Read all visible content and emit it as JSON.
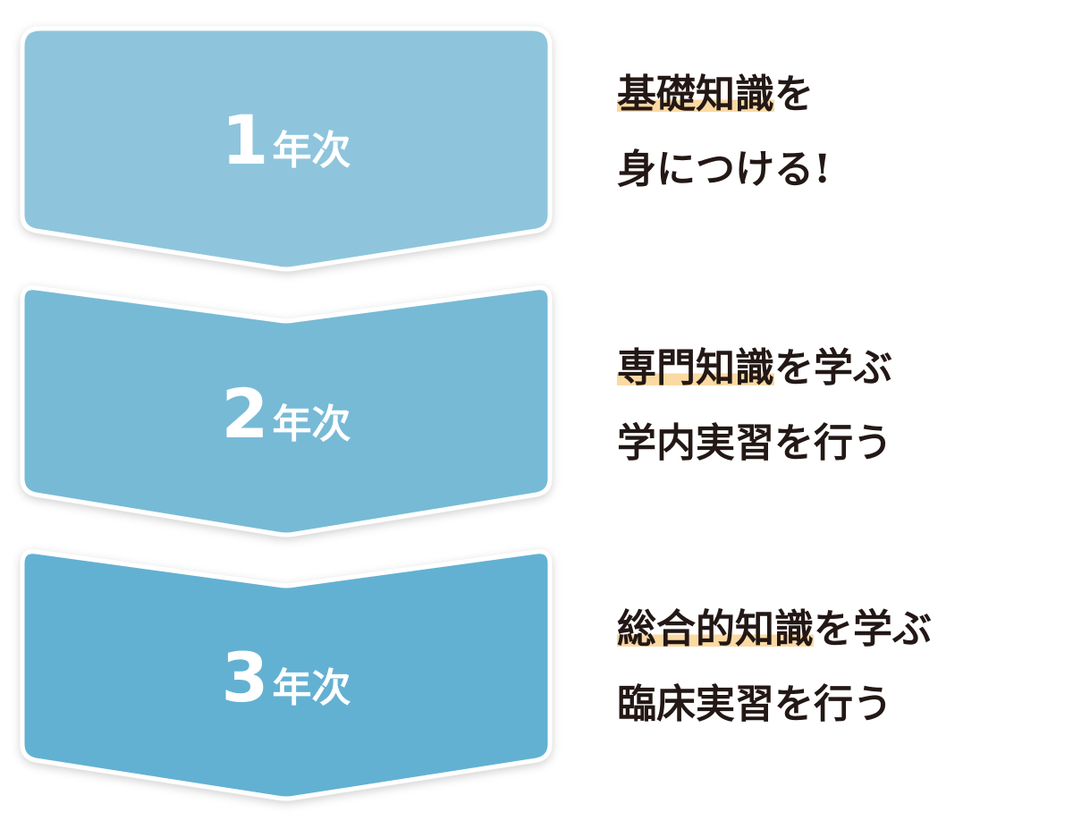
{
  "steps": [
    {
      "number": "1",
      "unit": "年次",
      "color": "#8ec5dc",
      "highlight": "基礎知識",
      "line1_rest": "を",
      "line2": "身につける!"
    },
    {
      "number": "2",
      "unit": "年次",
      "color": "#77bad6",
      "highlight": "専門知識",
      "line1_rest": "を学ぶ",
      "line2": "学内実習を行う"
    },
    {
      "number": "3",
      "unit": "年次",
      "color": "#62b1d2",
      "highlight": "総合的知識",
      "line1_rest": "を学ぶ",
      "line2": "臨床実習を行う"
    }
  ],
  "highlight_color": "#fbd9a3"
}
